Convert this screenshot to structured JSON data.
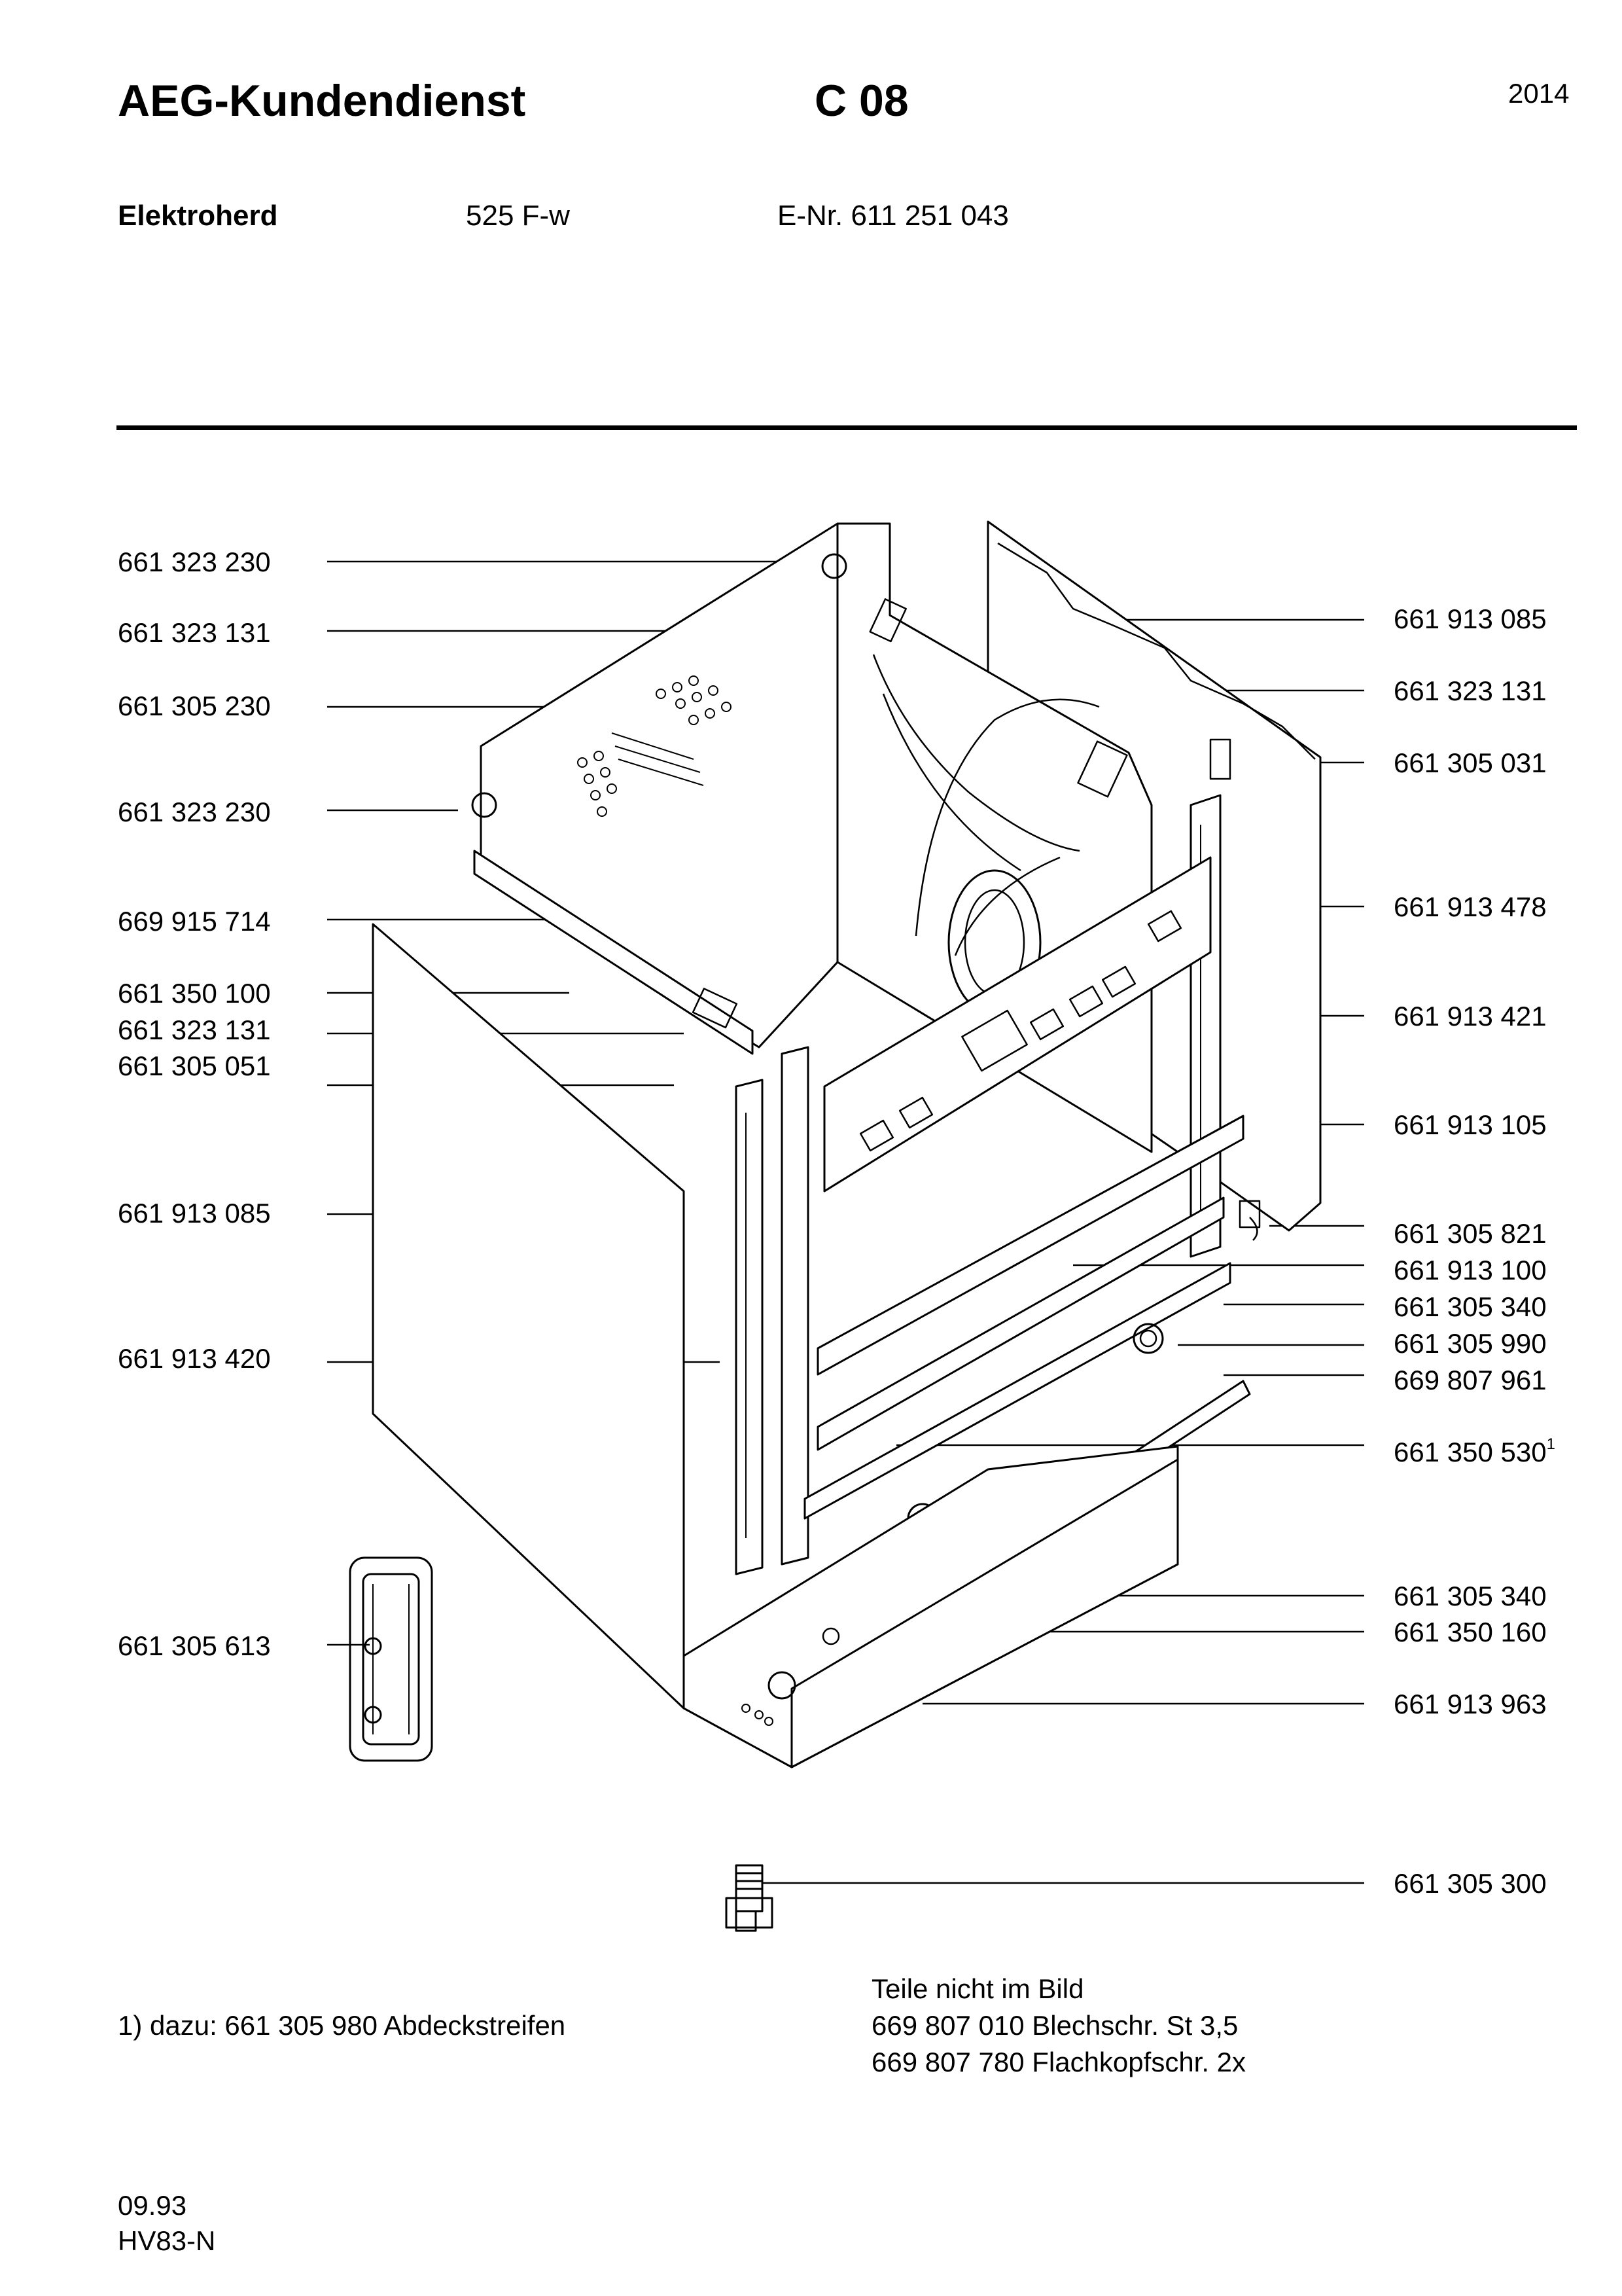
{
  "header": {
    "brand": "AEG-Kundendienst",
    "page_code": "C 08",
    "year": "2014"
  },
  "subheader": {
    "product_type": "Elektroherd",
    "model": "525 F-w",
    "enr": "E-Nr. 611 251 043"
  },
  "callouts_left": [
    "661 323 230",
    "661 323 131",
    "661 305 230",
    "661 323 230",
    "669 915 714",
    "661 350 100",
    "661 323 131",
    "661 305 051",
    "661 913 085",
    "661 913 420",
    "661 305 613"
  ],
  "callouts_right": [
    "661 913 085",
    "661 323 131",
    "661 305 031",
    "661 913 478",
    "661 913 421",
    "661 913 105",
    "661 305 821",
    "661 913 100",
    "661 305 340",
    "661 305 990",
    "669 807 961",
    "661 350 530",
    "661 305 340",
    "661 350 160",
    "661 913 963",
    "661 305 300"
  ],
  "footnote_marker": "1",
  "footnote": "1) dazu: 661 305 980 Abdeckstreifen",
  "not_shown": {
    "title": "Teile nicht im Bild",
    "items": [
      "669 807 010 Blechschr. St 3,5",
      "669 807 780 Flachkopfschr. 2x"
    ]
  },
  "footer": {
    "date": "09.93",
    "code": "HV83-N"
  }
}
